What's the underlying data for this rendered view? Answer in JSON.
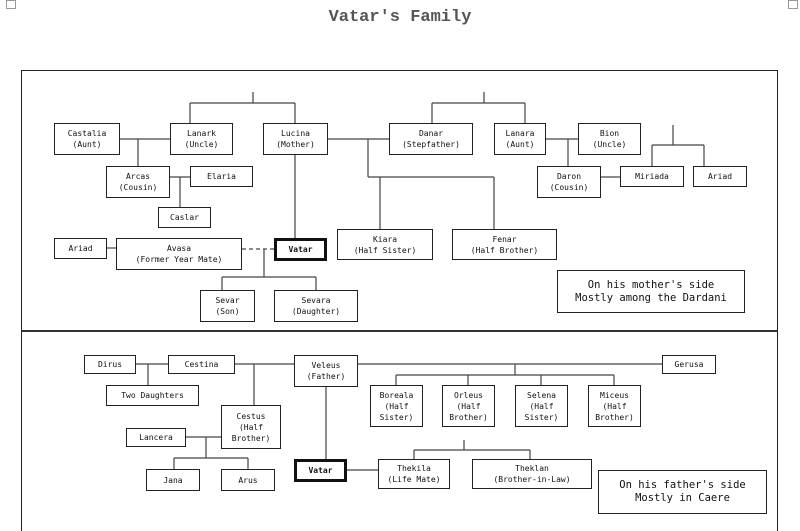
{
  "title": "Vatar's Family",
  "mother_side": {
    "nodes": [
      [
        "Castalia",
        "(Aunt)"
      ],
      [
        "Lanark",
        "(Uncle)"
      ],
      [
        "Lucina",
        "(Mother)"
      ],
      [
        "Danar",
        "(Stepfather)"
      ],
      [
        "Lanara",
        "(Aunt)"
      ],
      [
        "Bion",
        "(Uncle)"
      ],
      [
        "Arcas",
        "(Cousin)"
      ],
      [
        "Elaria"
      ],
      [
        "Daron",
        "(Cousin)"
      ],
      [
        "Miriada"
      ],
      [
        "Ariad"
      ],
      [
        "Caslar"
      ],
      [
        "Ariad"
      ],
      [
        "Avasa",
        "(Former Year Mate)"
      ],
      [
        "Vatar"
      ],
      [
        "Kiara",
        "(Half Sister)"
      ],
      [
        "Fenar",
        "(Half Brother)"
      ],
      [
        "Sevar",
        "(Son)"
      ],
      [
        "Sevara",
        "(Daughter)"
      ]
    ],
    "note": [
      "On his mother's side",
      "Mostly among the Dardani"
    ]
  },
  "father_side": {
    "nodes": [
      [
        "Dirus"
      ],
      [
        "Cestina"
      ],
      [
        "Veleus",
        "(Father)"
      ],
      [
        "Gerusa"
      ],
      [
        "Two Daughters"
      ],
      [
        "Boreala",
        "(Half",
        "Sister)"
      ],
      [
        "Orleus",
        "(Half",
        "Brother)"
      ],
      [
        "Selena",
        "(Half",
        "Sister)"
      ],
      [
        "Miceus",
        "(Half",
        "Brother)"
      ],
      [
        "Cestus",
        "(Half",
        "Brother)"
      ],
      [
        "Lancera"
      ],
      [
        "Vatar"
      ],
      [
        "Thekila",
        "(Life Mate)"
      ],
      [
        "Theklan",
        "(Brother-in-Law)"
      ],
      [
        "Jana"
      ],
      [
        "Arus"
      ]
    ],
    "note": [
      "On his father's side",
      "Mostly in Caere"
    ]
  }
}
